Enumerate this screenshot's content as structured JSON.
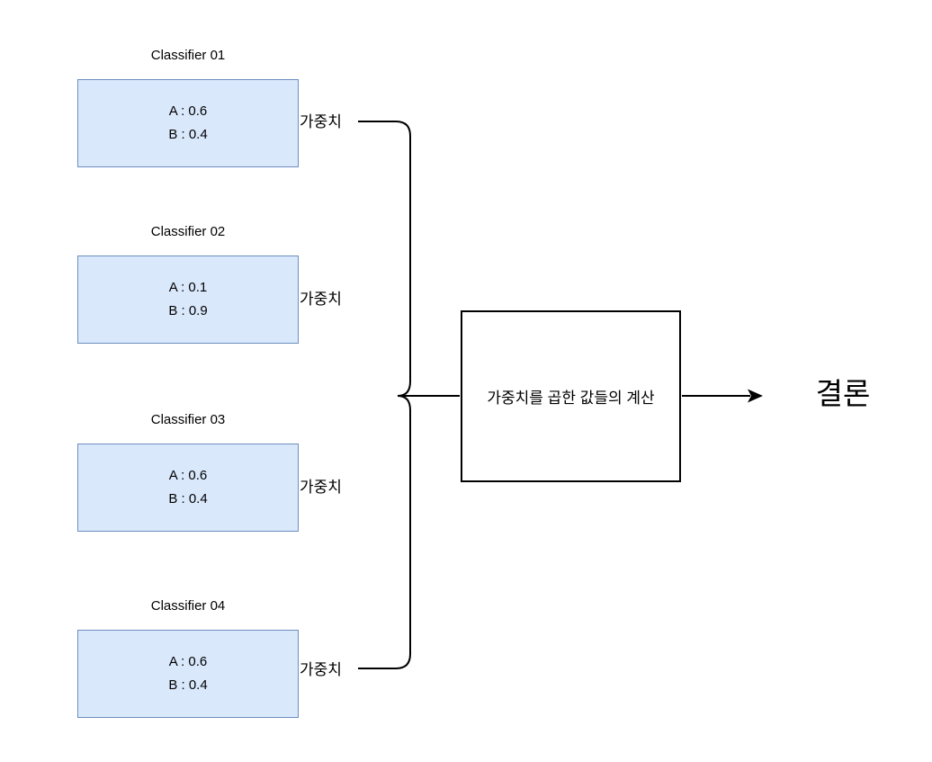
{
  "diagram": {
    "classifiers": [
      {
        "title": "Classifier 01",
        "values": "A : 0.6\nB : 0.4",
        "weight_label": "가중치"
      },
      {
        "title": "Classifier 02",
        "values": "A : 0.1\nB : 0.9",
        "weight_label": "가중치"
      },
      {
        "title": "Classifier 03",
        "values": "A : 0.6\nB : 0.4",
        "weight_label": "가중치"
      },
      {
        "title": "Classifier 04",
        "values": "A : 0.6\nB : 0.4",
        "weight_label": "가중치"
      }
    ],
    "process_box": {
      "label": "가중치를 곱한 값들의 계산"
    },
    "result": {
      "label": "결론"
    },
    "colors": {
      "classifier_fill": "#dae8fc",
      "classifier_border": "#6c8ebf",
      "line": "#000000",
      "background": "#ffffff"
    }
  }
}
